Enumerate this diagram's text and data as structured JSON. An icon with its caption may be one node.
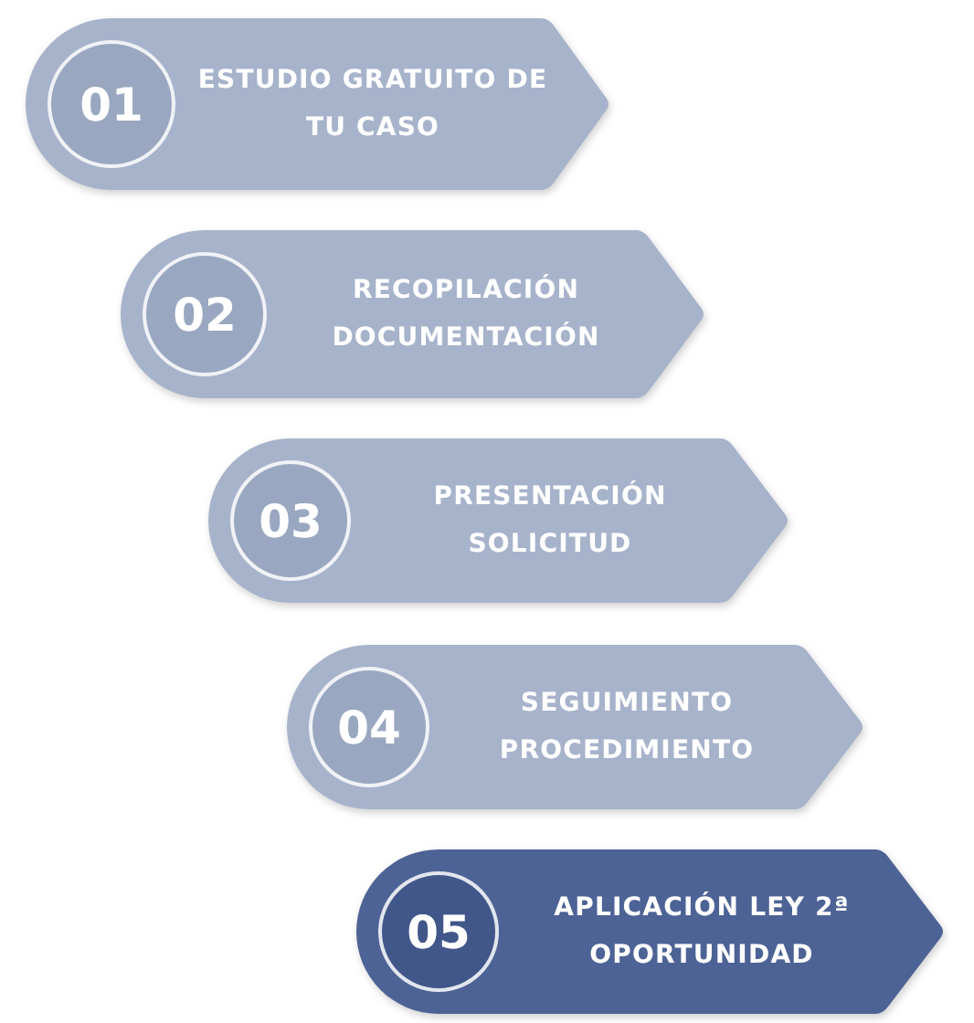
{
  "diagram": {
    "nodes": [
      {
        "text": [
          "01",
          "ESTUDIO GRATUITO DE TU CASO"
        ]
      },
      {
        "text": [
          "02",
          "RECOPILACIÓN DOCUMENTACIÓN"
        ]
      },
      {
        "text": [
          "03",
          "PRESENTACIÓN SOLICITUD"
        ]
      },
      {
        "text": [
          "04",
          "SEGUIMIENTO PROCEDIMIENTO"
        ]
      },
      {
        "text": [
          "05",
          "APLICACIÓN LEY 2ª OPORTUNIDAD"
        ]
      }
    ]
  }
}
